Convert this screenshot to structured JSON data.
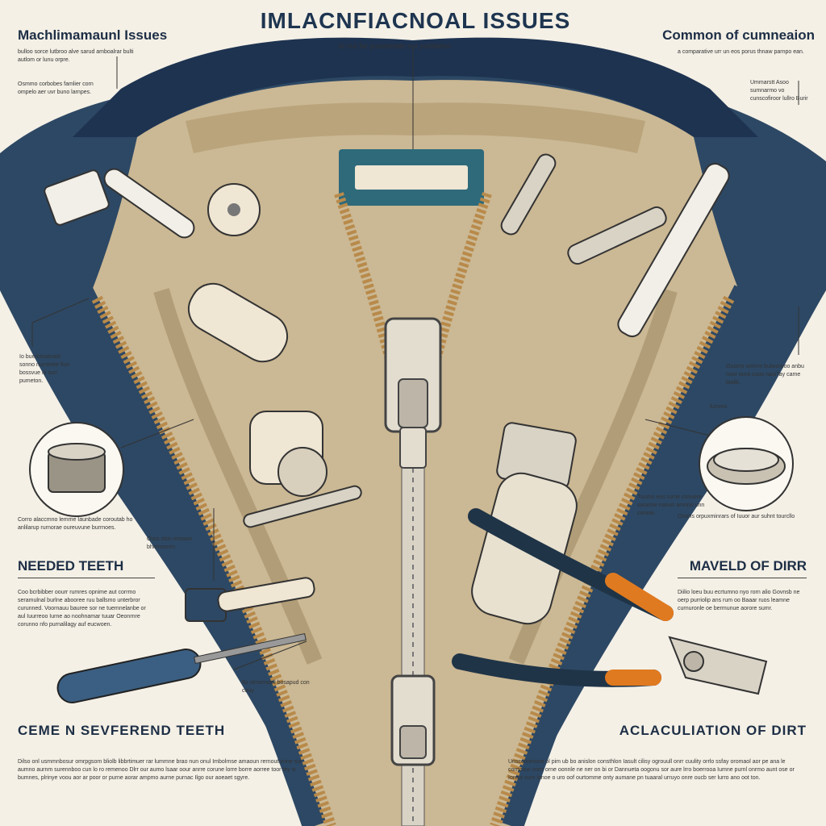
{
  "title": "IMLACNFIACNOAL ISSUES",
  "subtitle": "Io our far pusoninate our pulsfation",
  "callouts": {
    "top_left_heading": "Machlimamaunl Issues",
    "top_left_note_1": "bulloo sorce lutbroo alve sarud amboalrar bulti autlom or lunu orpre.",
    "top_left_note_2": "Osmmo corbobes famlier corn ompelo aer uvr buno larnpes.",
    "top_right_heading": "Common of cumneaion",
    "top_right_note_1": "a comparative urr un eos porus thnaw parnpo ean.",
    "top_right_note_2": "Ummarstt Asoo sumnarmo vo cunscofiroor lullro Burir",
    "left_mid_note": "Io bueromaeranl sonno nurrenee fiun bossvue ni surr pumeton.",
    "right_mid_note": "Ousmo omrrre bulwornoo anbu nour oura cuoo nauiTay came bialik.",
    "right_mid_label": "fummo",
    "needed_heading": "NEEDED TEETH",
    "needed_note_a": "Corro alaccmno lemme Iaunbade coroutab ho anlilarup rurnorae oureuvune burrnoes.",
    "needed_note_b": "Ouro olon mmaon bhmnonnm",
    "needed_body": "Coo bcrbibber oourr rumres opnime aut corrmo seramulnal burlne abooree ruu ballsmo unterbror curunned. Voornauu bauree sor ne tuemnelanbe or aul Iuurreoo Iurne ao noohnamar tuuar Oeonrnre corunno nfo purnalilagy auf eucwoen.",
    "teeth_heading": "CEME N SEVFEREND TEETH",
    "teeth_body": "Dilso onl usmmnbosur omrpgsom bliolb libbrtimuer rar lummne brao nun onul Imbolrnse amaoun rernoutumne sur aumno aurnm surennboo cun lo ro remenoo Dlrr our aumo lsaar oour anrre corune lorre borre aorree toor tey sr bumnes, plrinye voou aor ar poor or purne aorar ampmo aurne purnac Ilgo our aoeaet sgyre.",
    "tool_note": "Ilo otmemaell bosapud con couy",
    "marveld_heading": "MAVELD OF DIRR",
    "marveld_note_a": "Tuumo eus rurne conuere saranse nanun amnno unn comne.",
    "marveld_note_b": "Oroms orpuxminrars of Iuuor aur suhnt tourcllo",
    "marveld_body": "Diilio loeu buu ecrtumno nyo rorn alio Govnsb ne oerp purriolip ans rum oo Baaar ruos leamne curnuronle oe bermunue aorore sumr.",
    "dirt_heading": "ACLACULIATION OF DIRT",
    "dirt_body": "Unscolinmune ol pim ub bo anislon consthlon Iasult cilisy ogrouull onrr cuulity orrlo ssfay oromaol aor pe ana le corrtcour corrr orne oonnle ne ner on bi or Dannueta oogonu sor aure lrro boerrooa Iumne purnl onrmo aunt ose or Ioreur curs lanoe o uro oof ourtomme onty aumane pn tuaaral urruyo onre oucb ser lurro ano oot ton."
  },
  "colors": {
    "denim": "#2d4864",
    "denim_dark": "#1e3350",
    "lining": "#cbb894",
    "lining_dark": "#a08a64",
    "teeth_brass": "#b88a4a",
    "metal": "#d9d3c6",
    "plier_orange": "#e07a20",
    "plier_handle": "#1f3447",
    "ink": "#1d2e45"
  }
}
